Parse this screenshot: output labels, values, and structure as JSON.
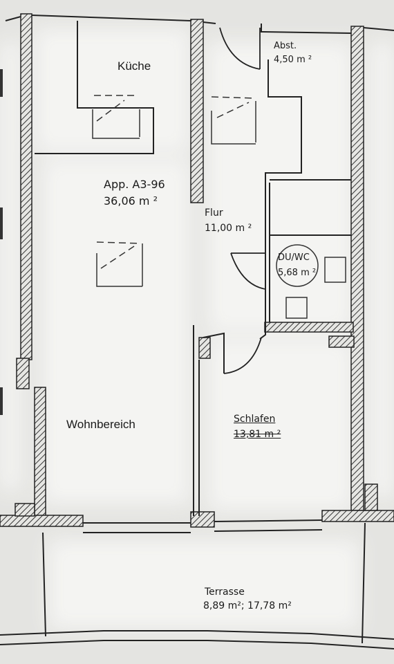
{
  "apartment": {
    "id": "App. A3-96",
    "total_area": "36,06 m ²"
  },
  "rooms": {
    "kitchen": {
      "name": "Küche"
    },
    "storage": {
      "name": "Abst.",
      "area": "4,50 m ²"
    },
    "hall": {
      "name": "Flur",
      "area": "11,00 m ²"
    },
    "bath": {
      "name": "DU/WC",
      "area": "5,68 m ²"
    },
    "living": {
      "name": "Wohnbereich"
    },
    "bedroom": {
      "name": "Schlafen",
      "area": "13,81 m ²"
    },
    "terrace": {
      "name": "Terrasse",
      "area": "8,89 m²; 17,78 m²"
    }
  },
  "colors": {
    "paper": "#e9e9e6",
    "wall_hatch": "#3a3a3a",
    "line": "#222222",
    "smudge": "#f4f4f2"
  }
}
